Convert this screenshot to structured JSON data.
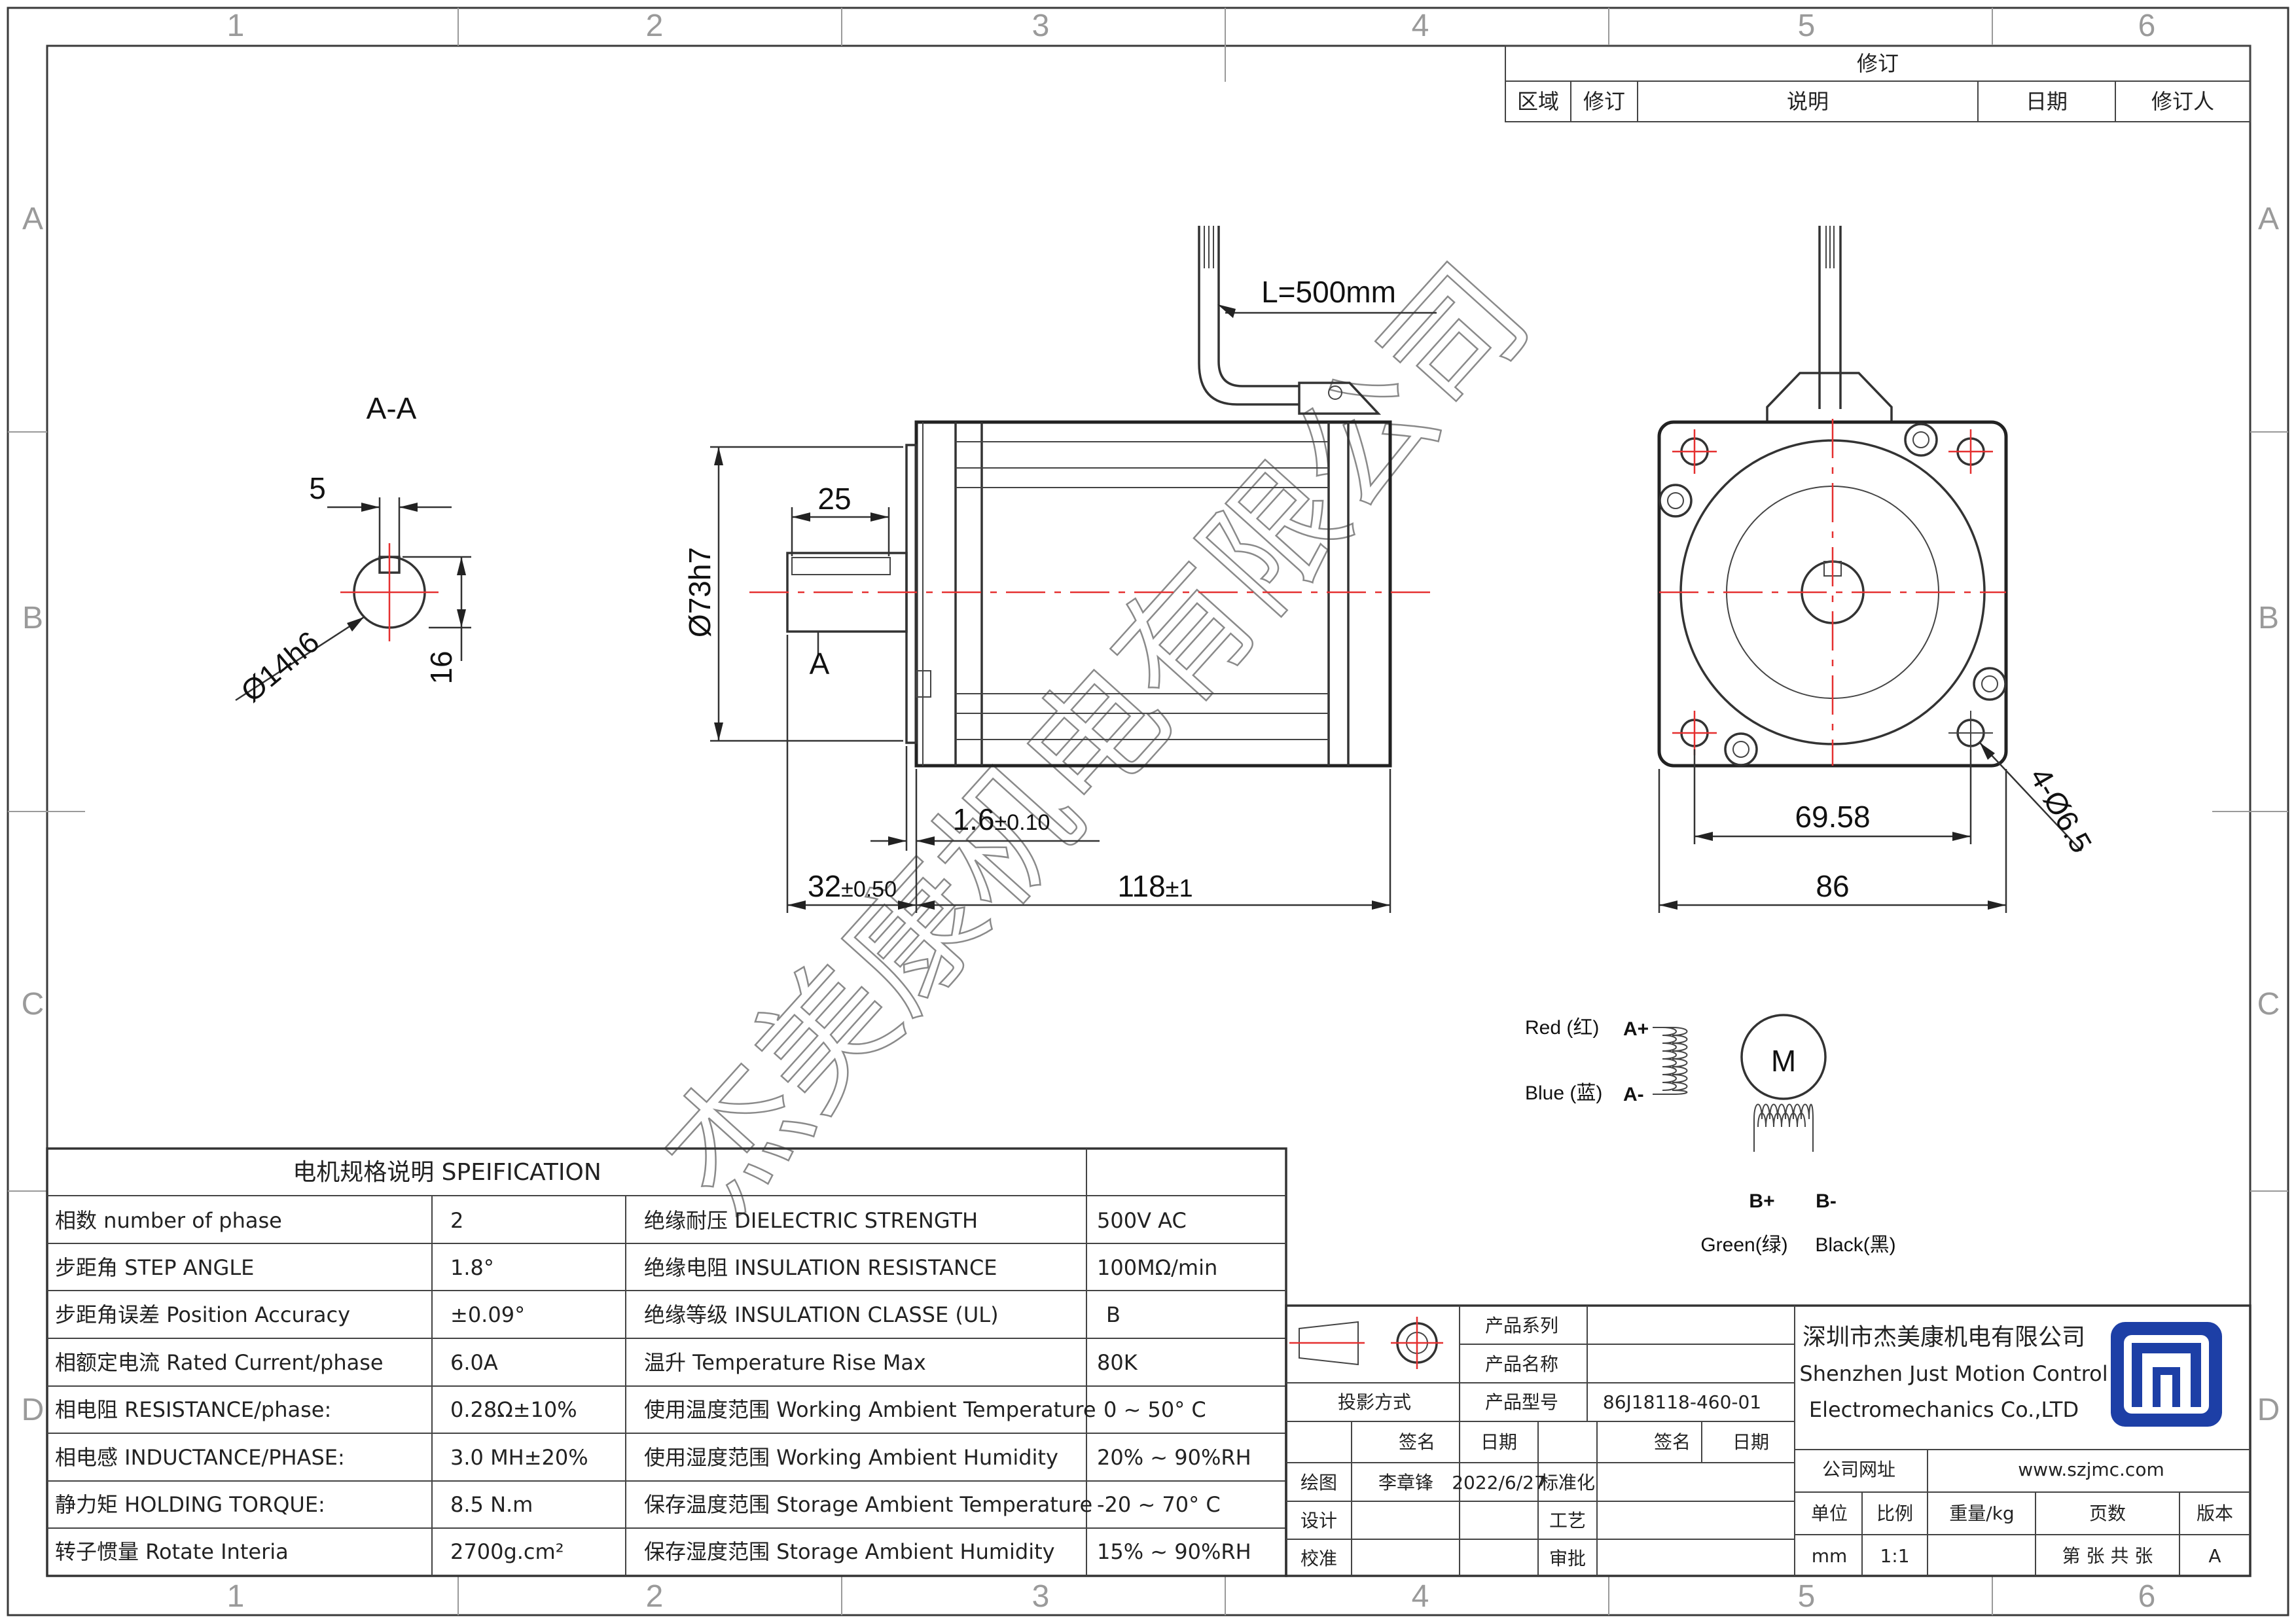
{
  "grid": {
    "columns": [
      "1",
      "2",
      "3",
      "4",
      "5",
      "6"
    ],
    "rows": [
      "A",
      "B",
      "C",
      "D"
    ]
  },
  "revision_block": {
    "title": "修订",
    "headers": [
      "区域",
      "修订",
      "说明",
      "日期",
      "修订人"
    ]
  },
  "section_view": {
    "title": "A-A",
    "dim_key_width": "5",
    "dim_shaft_dia": "Ø14h6",
    "dim_key_height": "16"
  },
  "side_view": {
    "lead_length": "L=500mm",
    "dim_flange_dia": "Ø73h7",
    "dim_key_len": "25",
    "section_marker": "A",
    "dim_boss": "1.6",
    "dim_boss_tol": "±0.10",
    "dim_shaft_len": "32",
    "dim_shaft_tol": "±0.50",
    "dim_body_len": "118",
    "dim_body_tol": "±1"
  },
  "front_view": {
    "dim_hole_pitch": "69.58",
    "dim_square": "86",
    "dim_holes": "4-Ø6.5"
  },
  "wiring": {
    "red": "Red (红)",
    "blue": "Blue (蓝)",
    "green": "Green(绿)",
    "black": "Black(黑)",
    "a_plus": "A+",
    "a_minus": "A-",
    "b_plus": "B+",
    "b_minus": "B-",
    "motor": "M"
  },
  "watermark": "杰美康机电有限公司",
  "spec_table": {
    "title": "电机规格说明 SPEIFICATION",
    "rows": [
      {
        "label": "相数 number of phase",
        "value": "2",
        "label2": "绝缘耐压 DIELECTRIC STRENGTH",
        "value2": "500V AC"
      },
      {
        "label": "步距角 STEP ANGLE",
        "value": "1.8°",
        "label2": "绝缘电阻 INSULATION RESISTANCE",
        "value2": "100MΩ/min"
      },
      {
        "label": "步距角误差 Position Accuracy",
        "value": "±0.09°",
        "label2": "绝缘等级 INSULATION CLASSE (UL)",
        "value2": "B"
      },
      {
        "label": "相额定电流 Rated Current/phase",
        "value": "6.0A",
        "label2": "温升 Temperature Rise Max",
        "value2": "80K"
      },
      {
        "label": "相电阻 RESISTANCE/phase:",
        "value": "0.28Ω±10%",
        "label2": "使用温度范围 Working Ambient Temperature",
        "value2": "0 ~ 50° C"
      },
      {
        "label": "相电感 INDUCTANCE/PHASE:",
        "value": "3.0 MH±20%",
        "label2": "使用湿度范围 Working Ambient Humidity",
        "value2": "20% ~ 90%RH"
      },
      {
        "label": "静力矩 HOLDING TORQUE:",
        "value": "8.5 N.m",
        "label2": "保存温度范围 Storage Ambient Temperature",
        "value2": "-20 ~ 70° C"
      },
      {
        "label": "转子惯量 Rotate Interia",
        "value": "2700g.cm²",
        "label2": "保存湿度范围 Storage Ambient Humidity",
        "value2": "15% ~ 90%RH"
      }
    ]
  },
  "title_block": {
    "product_series": "产品系列",
    "product_name": "产品名称",
    "product_model": "产品型号",
    "model_value": "86J18118-460-01",
    "projection": "投影方式",
    "sign": "签名",
    "date": "日期",
    "sign2": "签名",
    "date2": "日期",
    "draw": "绘图",
    "drawer": "李章锋",
    "draw_date": "2022/6/27",
    "standard": "标准化",
    "design": "设计",
    "process": "工艺",
    "check": "校准",
    "approve": "审批",
    "company_cn": "深圳市杰美康机电有限公司",
    "company_en1": "Shenzhen Just Motion Control",
    "company_en2": "Electromechanics Co.,LTD",
    "website_label": "公司网址",
    "website": "www.szjmc.com",
    "unit": "单位",
    "scale": "比例",
    "weight": "重量/kg",
    "pages": "页数",
    "version": "版本",
    "unit_val": "mm",
    "scale_val": "1:1",
    "pages_val": "第 张 共 张",
    "version_val": "A"
  },
  "colors": {
    "centerline": "#e53030",
    "logo": "#1d3fa6"
  }
}
